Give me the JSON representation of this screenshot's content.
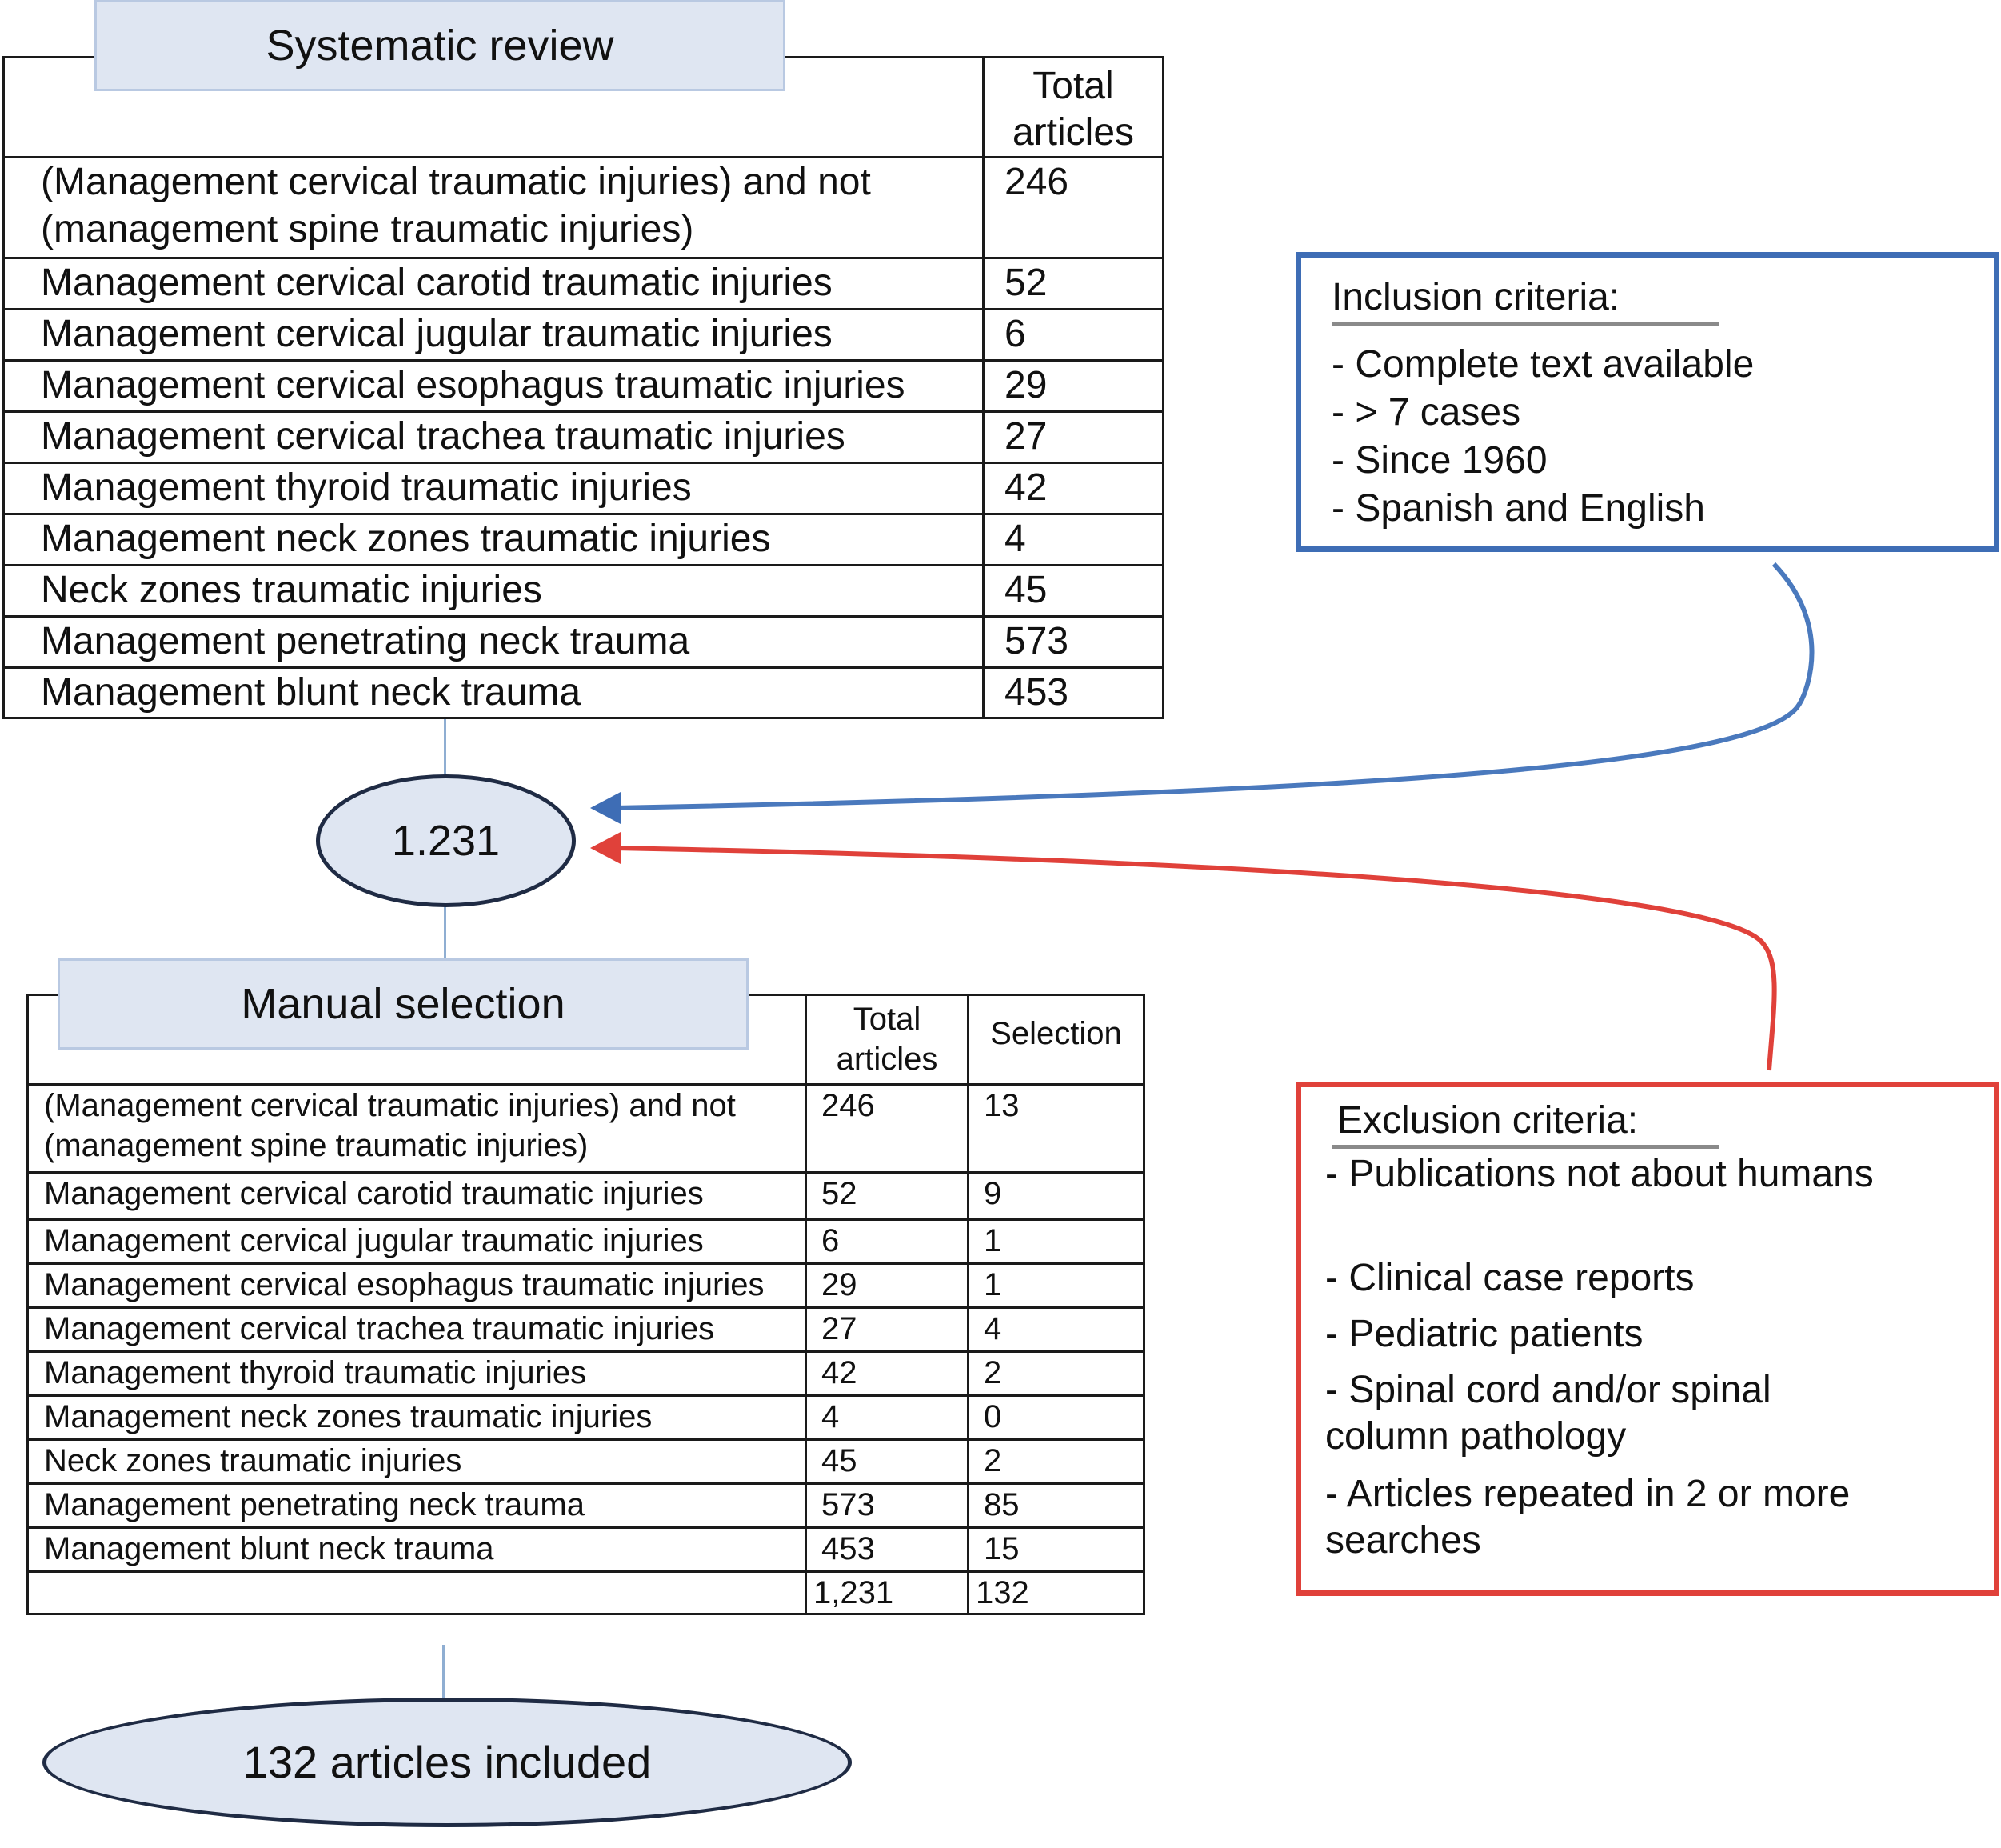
{
  "systematic_review": {
    "title": "Systematic review",
    "header_col2": [
      "Total",
      "articles"
    ],
    "rows": [
      {
        "label": [
          "(Management cervical traumatic injuries) and not",
          "(management spine traumatic injuries)"
        ],
        "total": "246"
      },
      {
        "label": [
          "Management cervical carotid traumatic injuries"
        ],
        "total": "52"
      },
      {
        "label": [
          "Management cervical jugular traumatic injuries"
        ],
        "total": "6"
      },
      {
        "label": [
          "Management cervical esophagus traumatic injuries"
        ],
        "total": "29"
      },
      {
        "label": [
          "Management cervical trachea traumatic injuries"
        ],
        "total": "27"
      },
      {
        "label": [
          "Management thyroid traumatic injuries"
        ],
        "total": "42"
      },
      {
        "label": [
          "Management neck zones traumatic injuries"
        ],
        "total": "4"
      },
      {
        "label": [
          "Neck zones traumatic injuries"
        ],
        "total": "45"
      },
      {
        "label": [
          "Management penetrating neck trauma"
        ],
        "total": "573"
      },
      {
        "label": [
          "Management blunt neck trauma"
        ],
        "total": "453"
      }
    ]
  },
  "count_node": {
    "label": "1.231"
  },
  "manual_selection": {
    "title": "Manual selection",
    "header_col2": [
      "Total",
      "articles"
    ],
    "header_col3": "Selection",
    "rows": [
      {
        "label": [
          "(Management cervical traumatic injuries) and not",
          "(management spine traumatic injuries)"
        ],
        "total": "246",
        "selection": "13"
      },
      {
        "label": [
          "Management cervical carotid traumatic injuries"
        ],
        "total": "52",
        "selection": "9"
      },
      {
        "label": [
          "Management cervical jugular traumatic injuries"
        ],
        "total": "6",
        "selection": "1"
      },
      {
        "label": [
          "Management cervical esophagus traumatic injuries"
        ],
        "total": "29",
        "selection": "1"
      },
      {
        "label": [
          "Management cervical trachea traumatic injuries"
        ],
        "total": "27",
        "selection": "4"
      },
      {
        "label": [
          "Management thyroid traumatic injuries"
        ],
        "total": "42",
        "selection": "2"
      },
      {
        "label": [
          "Management neck zones traumatic injuries"
        ],
        "total": "4",
        "selection": "0"
      },
      {
        "label": [
          "Neck zones traumatic injuries"
        ],
        "total": "45",
        "selection": "2"
      },
      {
        "label": [
          "Management penetrating neck trauma"
        ],
        "total": "573",
        "selection": "85"
      },
      {
        "label": [
          "Management blunt neck trauma"
        ],
        "total": "453",
        "selection": "15"
      }
    ],
    "totals": {
      "label": "",
      "total": "1,231",
      "selection": "132"
    }
  },
  "final_node": {
    "label": "132 articles included"
  },
  "inclusion": {
    "title": "Inclusion criteria:",
    "items": [
      "- Complete text available",
      "- > 7 cases",
      "- Since 1960",
      "- Spanish and English"
    ]
  },
  "exclusion": {
    "title": "Exclusion criteria:",
    "items": [
      "- Publications not about humans",
      "- Clinical case reports",
      "- Pediatric patients",
      "- Spinal cord and/or spinal column pathology",
      "- Articles repeated in 2 or more searches"
    ]
  },
  "colors": {
    "inclusion_border": "#3e6db5",
    "exclusion_border": "#e0413a",
    "node_fill": "#dfe6f2"
  }
}
